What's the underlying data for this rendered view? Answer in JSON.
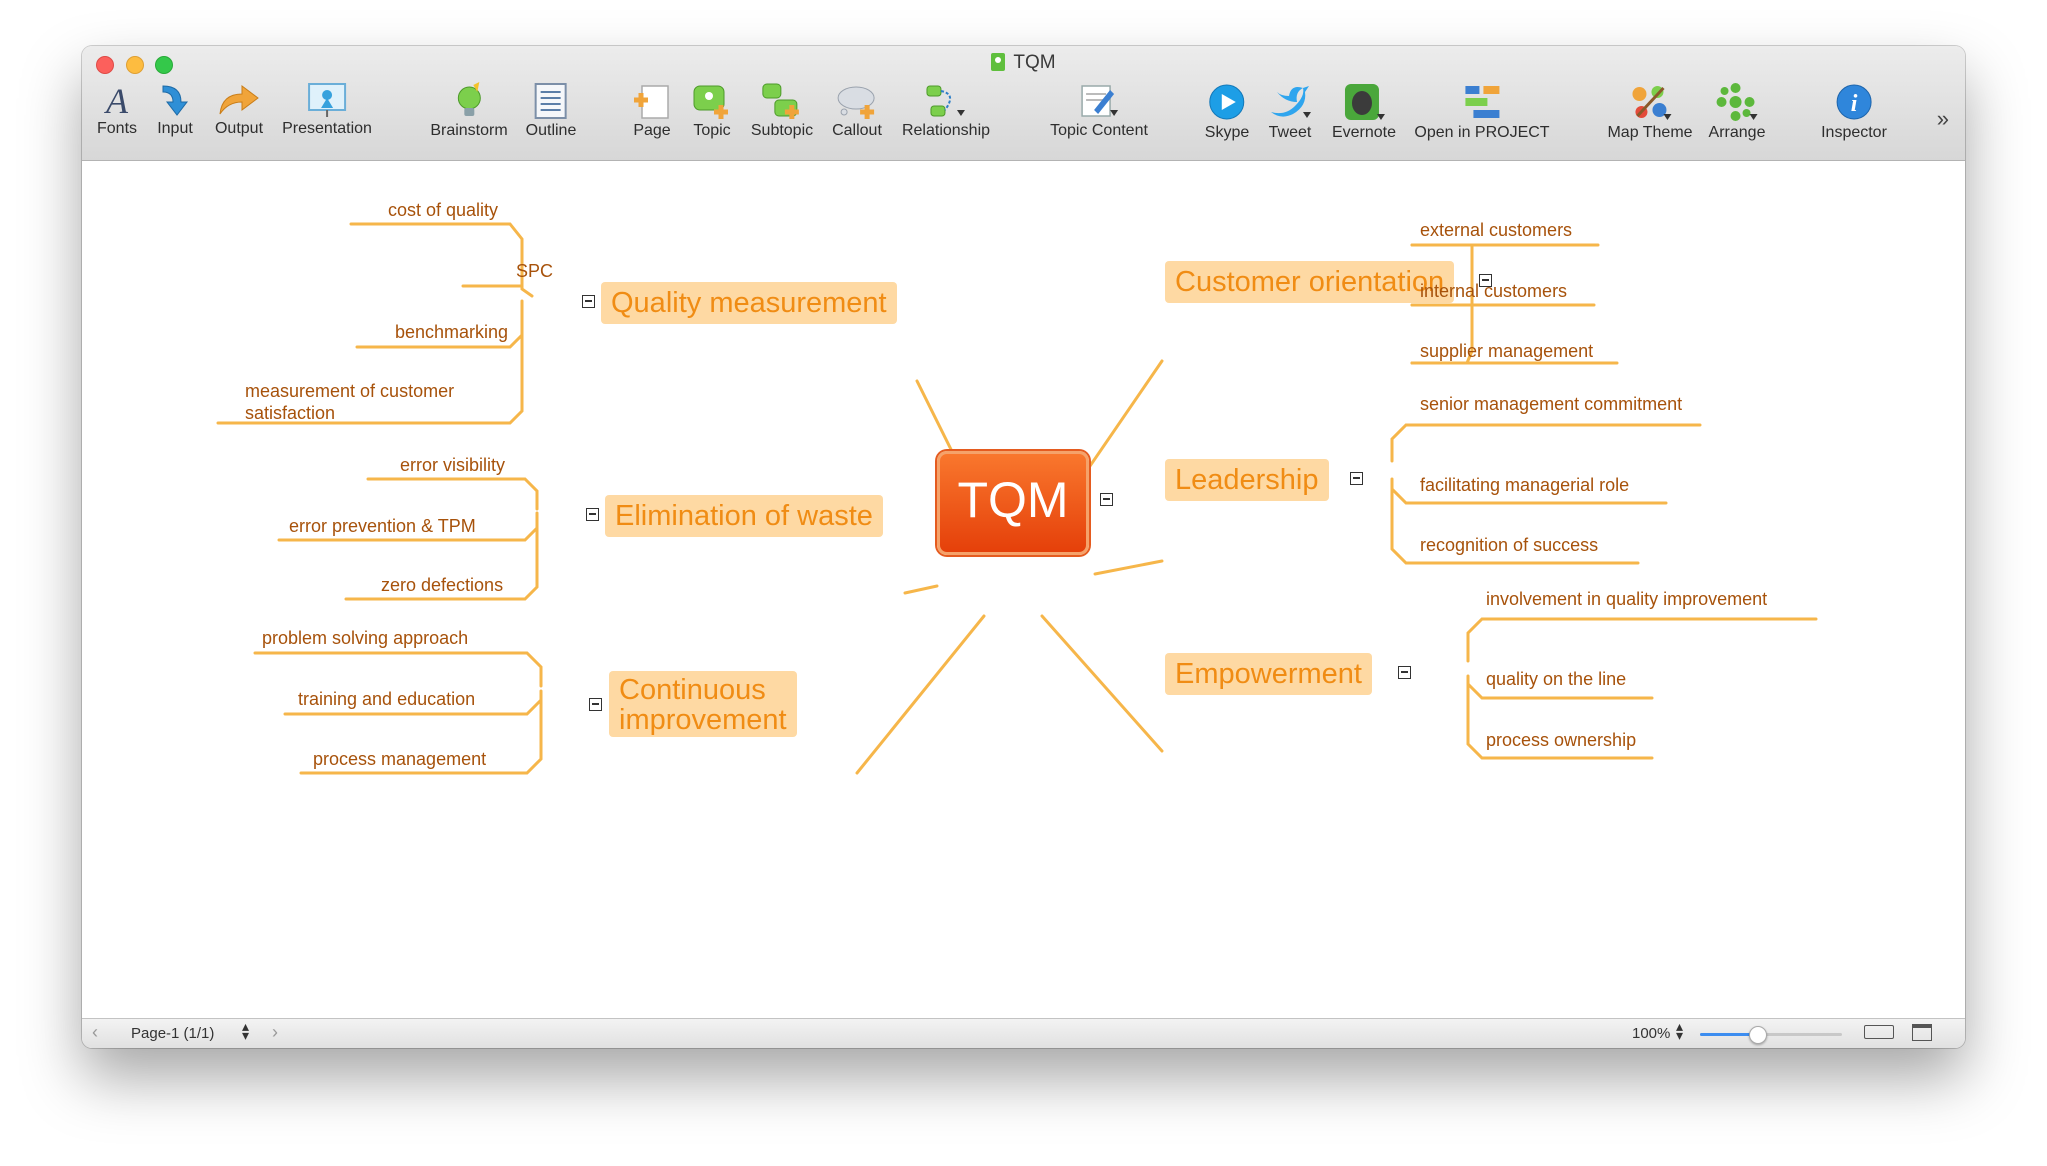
{
  "window": {
    "title": "TQM"
  },
  "toolbar": {
    "fonts": "Fonts",
    "input": "Input",
    "output": "Output",
    "presentation": "Presentation",
    "brainstorm": "Brainstorm",
    "outline": "Outline",
    "page": "Page",
    "topic": "Topic",
    "subtopic": "Subtopic",
    "callout": "Callout",
    "relationship": "Relationship",
    "topic_content": "Topic Content",
    "skype": "Skype",
    "tweet": "Tweet",
    "evernote": "Evernote",
    "open_in_project": "Open in PROJECT",
    "map_theme": "Map Theme",
    "arrange": "Arrange",
    "inspector": "Inspector",
    "more": "»"
  },
  "map": {
    "central": "TQM",
    "quality": {
      "label": "Quality measurement",
      "children": [
        "cost of quality",
        "SPC",
        "benchmarking",
        "measurement of customer",
        "satisfaction"
      ]
    },
    "waste": {
      "label": "Elimination of waste",
      "children": [
        "error visibility",
        "error prevention & TPM",
        "zero defections"
      ]
    },
    "continuous": {
      "label": "Continuous",
      "label2": "improvement",
      "children": [
        "problem solving approach",
        "training and education",
        "process management"
      ]
    },
    "customer": {
      "label": "Customer orientation",
      "children": [
        "external customers",
        "internal customers",
        "supplier management"
      ]
    },
    "leadership": {
      "label": "Leadership",
      "children": [
        "senior management commitment",
        "facilitating managerial role",
        "recognition of success"
      ]
    },
    "empowerment": {
      "label": "Empowerment",
      "children": [
        "involvement in quality improvement",
        "quality on the line",
        "process ownership"
      ]
    }
  },
  "statusbar": {
    "page": "Page-1 (1/1)",
    "zoom": "100%",
    "zoom_slider_level": 0.4
  },
  "colors": {
    "branch_line": "#f6b64a",
    "node_fill": "#fed9a3",
    "node_text": "#f08c14",
    "leaf_text": "#a7520b",
    "central_fill": "#ef5a17"
  }
}
